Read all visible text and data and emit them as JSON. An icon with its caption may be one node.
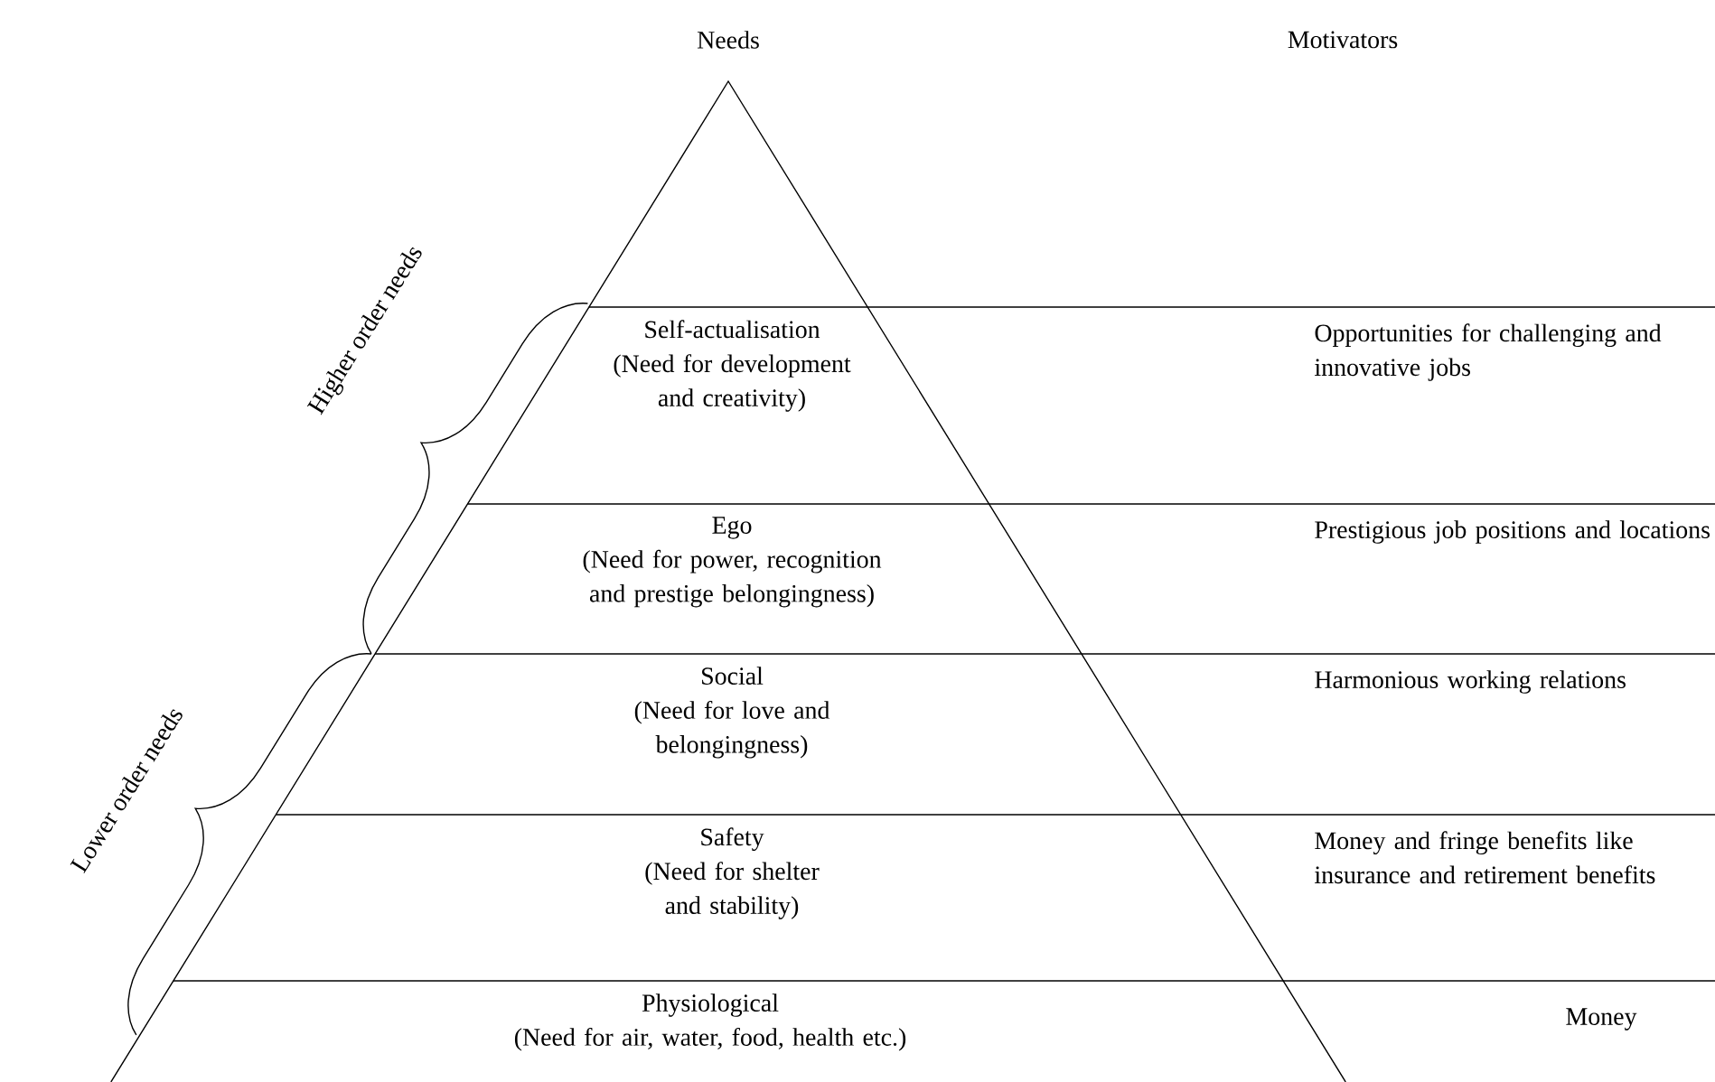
{
  "diagram": {
    "nodes": [
      {
        "text": [
          "Self-actualisation",
          "(Need for development and creativity)",
          "Opportunities for challenging and innovative jobs"
        ]
      },
      {
        "text": [
          "Ego",
          "(Need for power, recognition and prestige belongingness)",
          "Prestigious job positions and locations"
        ]
      },
      {
        "text": [
          "Social",
          "(Need for love and belongingness)",
          "Harmonious working relations"
        ]
      },
      {
        "text": [
          "Safety",
          "(Need for shelter and stability)",
          "Money and fringe benefits like insurance and retirement benefits"
        ]
      },
      {
        "text": [
          "Physiological",
          "(Need for air, water, food, health etc.)",
          "Money"
        ]
      }
    ],
    "labels": [
      "Needs",
      "Motivators",
      "Higher order needs",
      "Lower order needs"
    ]
  }
}
